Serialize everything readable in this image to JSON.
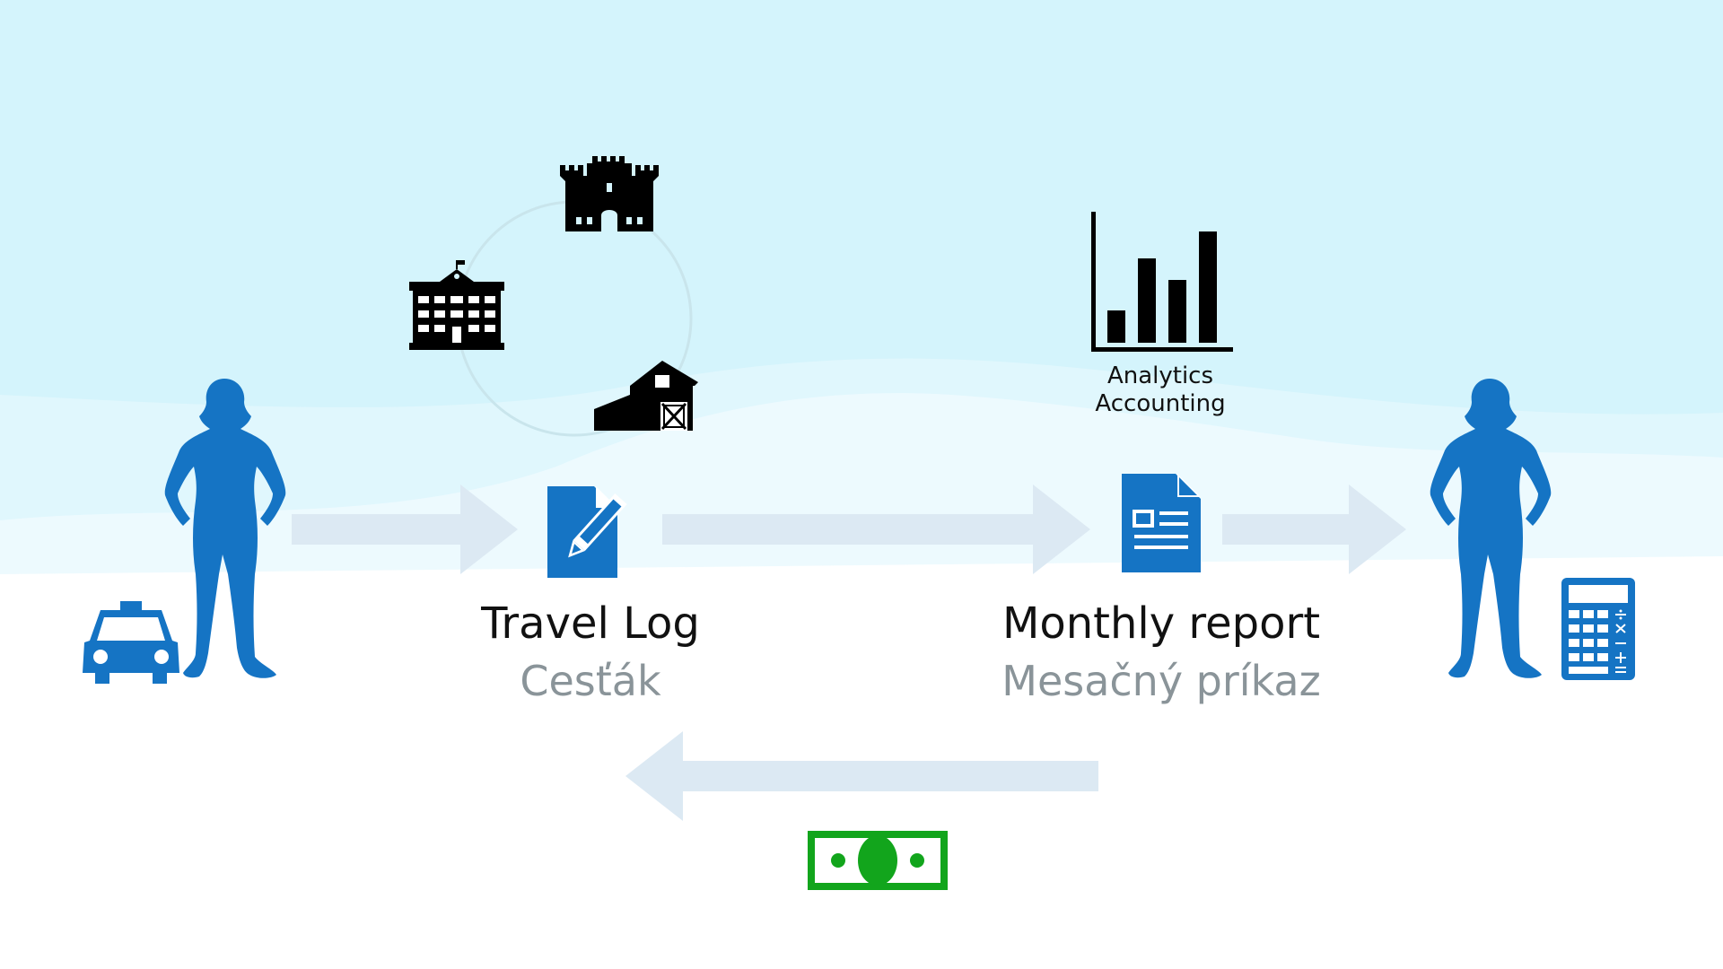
{
  "colors": {
    "sky": "#d4f4fc",
    "person_blue": "#1574c4",
    "arrow": "#dce9f3",
    "sub_label": "#8a9499",
    "money_green": "#12a51c"
  },
  "icons": {
    "employee": "person-silhouette-icon",
    "taxi": "taxi-icon",
    "castle": "castle-icon",
    "school": "school-building-icon",
    "barn": "barn-icon",
    "travel_log": "document-edit-icon",
    "chart": "bar-chart-icon",
    "report": "document-icon",
    "accountant": "person-silhouette-icon",
    "calculator": "calculator-icon",
    "money": "banknote-icon"
  },
  "travel_log": {
    "title": "Travel Log",
    "subtitle": "Cesťák"
  },
  "monthly_report": {
    "title": "Monthly report",
    "subtitle": "Mesačný príkaz"
  },
  "analytics": {
    "line1": "Analytics",
    "line2": "Accounting"
  }
}
